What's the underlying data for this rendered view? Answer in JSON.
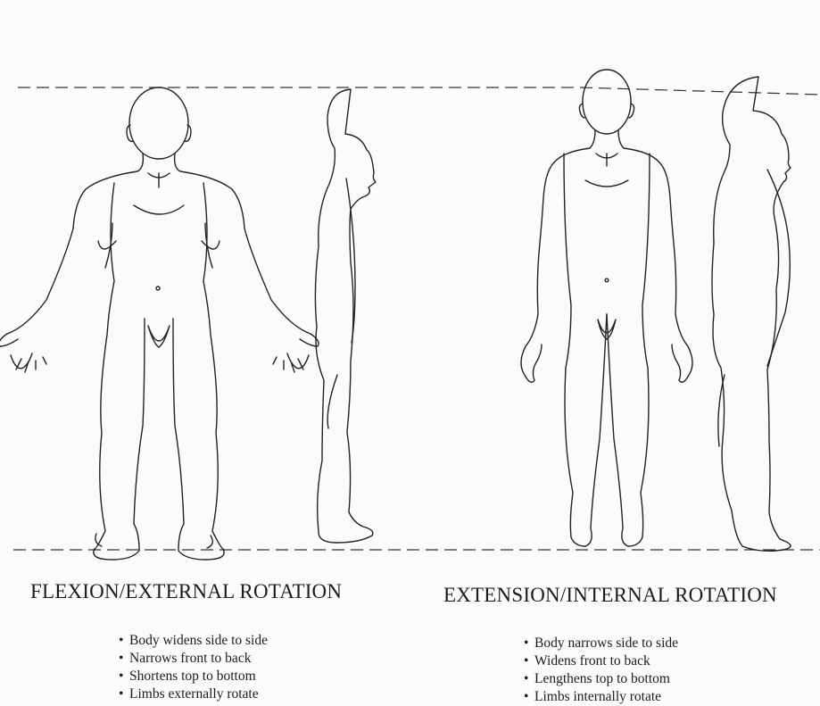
{
  "panels": [
    {
      "title": "FLEXION/EXTERNAL ROTATION",
      "bullets": [
        "Body widens side to side",
        "Narrows front to back",
        "Shortens top to bottom",
        "Limbs externally rotate"
      ]
    },
    {
      "title": "EXTENSION/INTERNAL ROTATION",
      "bullets": [
        "Body narrows side to side",
        "Widens front to back",
        "Lengthens top to bottom",
        "Limbs internally rotate"
      ]
    }
  ],
  "figures": [
    {
      "name": "flexion-front-figure-icon",
      "view": "front"
    },
    {
      "name": "flexion-side-figure-icon",
      "view": "side"
    },
    {
      "name": "extension-front-figure-icon",
      "view": "front"
    },
    {
      "name": "extension-side-figure-icon",
      "view": "side"
    }
  ],
  "colors": {
    "line": "#222222",
    "paper": "#fbfbf9"
  }
}
